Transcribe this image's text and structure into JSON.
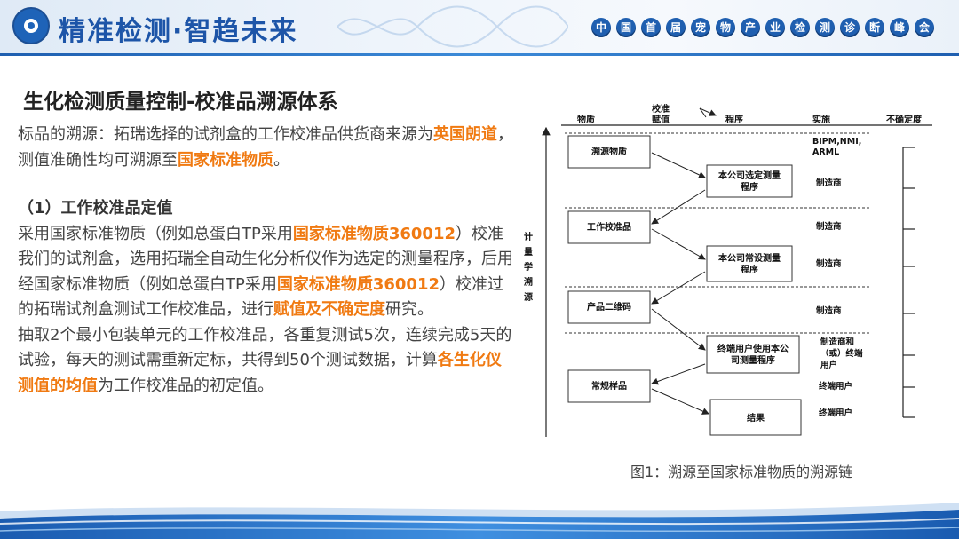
{
  "header": {
    "slogan": "精准检测·智趋未来",
    "summit_chars": [
      "中",
      "国",
      "首",
      "届",
      "宠",
      "物",
      "产",
      "业",
      "检",
      "测",
      "诊",
      "断",
      "峰",
      "会"
    ]
  },
  "title": "生化检测质量控制-校准品溯源体系",
  "body": {
    "p1_a": "标品的溯源：拓瑞选择的试剂盒的工作校准品供货商来源为",
    "p1_hl1": "英国朗道",
    "p1_b": "，测值准确性均可溯源至",
    "p1_hl2": "国家标准物质",
    "p1_c": "。",
    "subheading": "（1）工作校准品定值",
    "p2_a": "采用国家标准物质（例如总蛋白TP采用",
    "p2_hl1": "国家标准物质360012",
    "p2_b": "）校准我们的试剂盒，选用拓瑞全自动生化分析仪作为选定的测量程序，后用经国家标准物质（例如总蛋白TP采用",
    "p2_hl2": "国家标准物质360012",
    "p2_c": "）校准过的拓瑞试剂盒测试工作校准品，进行",
    "p2_hl3": "赋值及不确定度",
    "p2_d": "研究。",
    "p3_a": "抽取2个最小包装单元的工作校准品，各重复测试5次，连续完成5天的试验，每天的测试需重新定标，共得到50个测试数据，计算",
    "p3_hl1": "各生化仪测值的均值",
    "p3_b": "为工作校准品的初定值。"
  },
  "diagram": {
    "col_material": "物质",
    "col_assign_top": "校准",
    "col_assign_bottom": "赋值",
    "col_procedure": "程序",
    "col_implement": "实施",
    "col_uncertainty": "不确定度",
    "side_label": [
      "计",
      "量",
      "学",
      "溯",
      "源"
    ],
    "box_trace_material": "溯源物质",
    "box_company_selected_1": "本公司选定测量",
    "box_company_selected_2": "程序",
    "box_work_calibrator": "工作校准品",
    "box_company_standard_1": "本公司常设测量",
    "box_company_standard_2": "程序",
    "box_product_qr": "产品二维码",
    "box_enduser_proc_1": "终端用户使用本公",
    "box_enduser_proc_2": "司测量程序",
    "box_routine_sample": "常规样品",
    "box_result": "结果",
    "impl_bipm_1": "BIPM,NMI,",
    "impl_bipm_2": "ARML",
    "impl_maker_1": "制造商",
    "impl_maker_2": "制造商",
    "impl_maker_3": "制造商",
    "impl_maker_4": "制造商",
    "impl_maker_or_1": "制造商和",
    "impl_maker_or_2": "（或）终端",
    "impl_maker_or_3": "用户",
    "impl_enduser_1": "终端用户",
    "impl_enduser_2": "终端用户"
  },
  "caption": "图1：溯源至国家标准物质的溯源链"
}
